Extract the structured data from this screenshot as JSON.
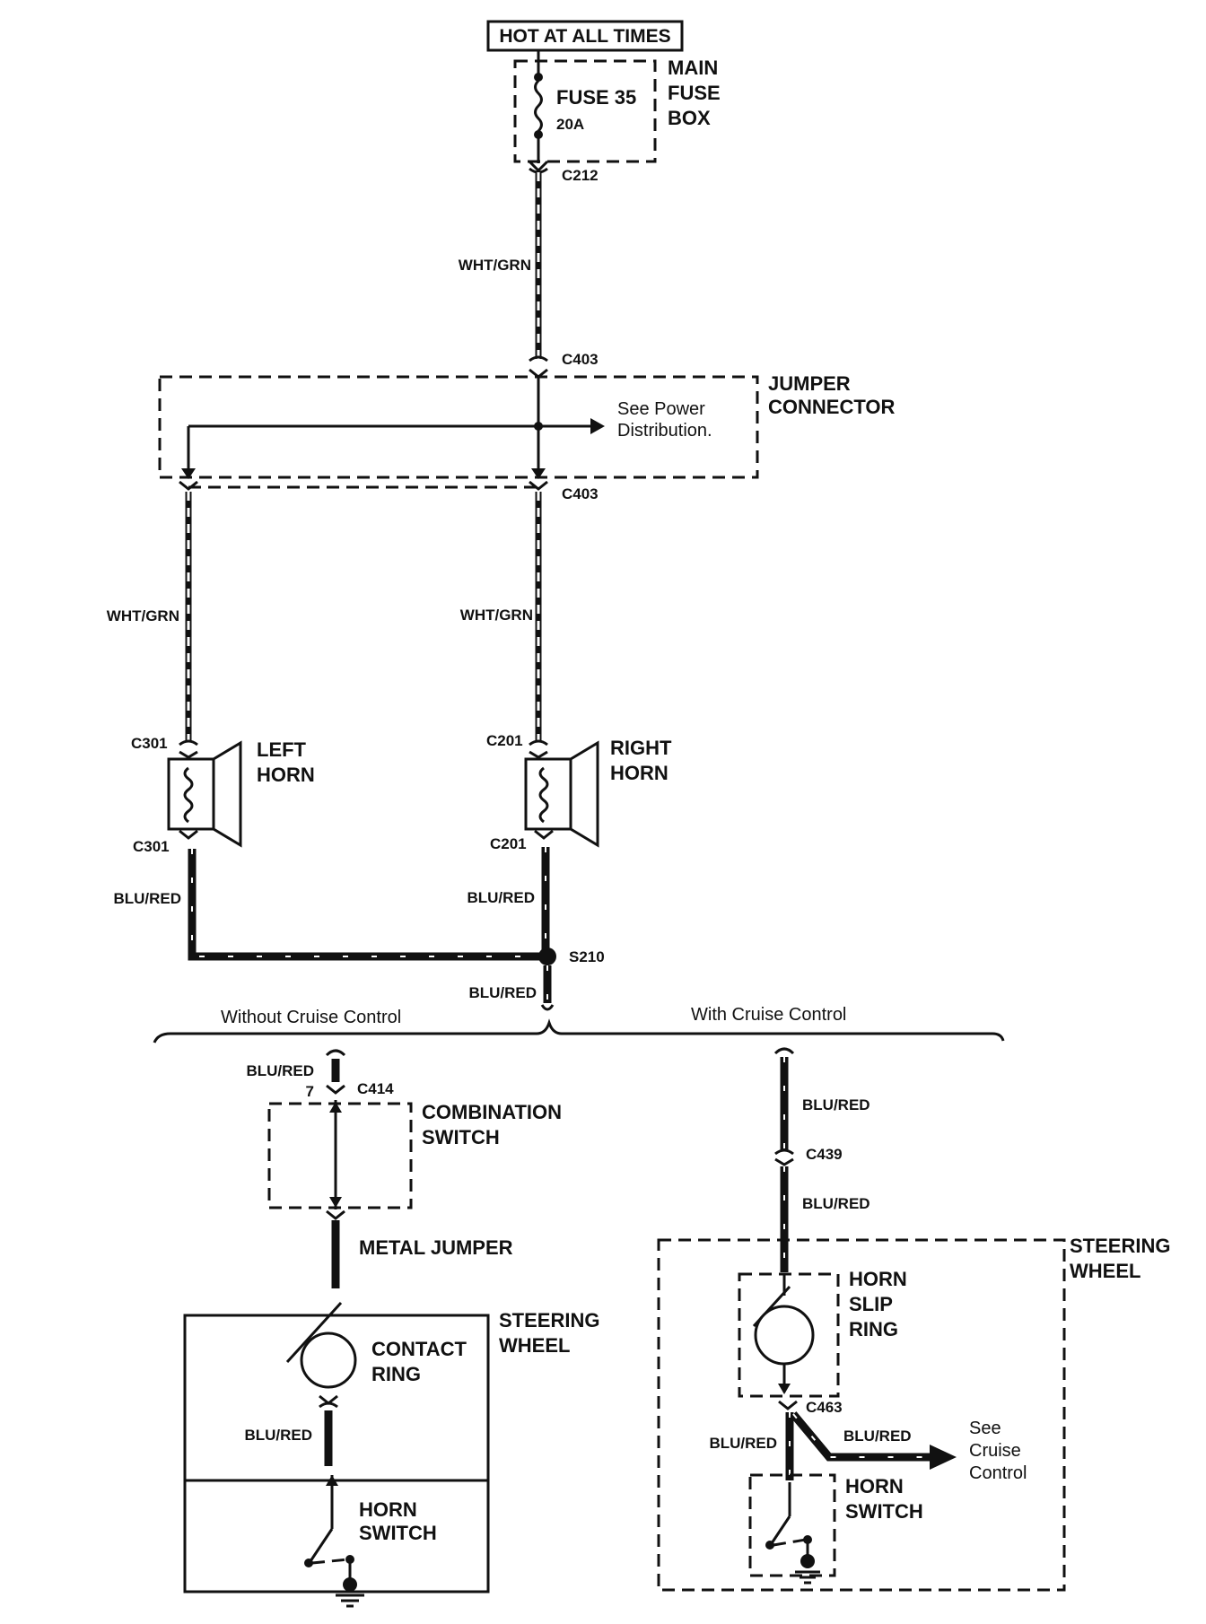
{
  "power": {
    "label": "HOT AT ALL TIMES"
  },
  "fuse": {
    "name": "FUSE 35",
    "rating": "20A",
    "box_label": [
      "MAIN",
      "FUSE",
      "BOX"
    ]
  },
  "connectors": {
    "c212": "C212",
    "c403_top": "C403",
    "c403_bottom": "C403",
    "c301_top": "C301",
    "c301_bottom": "C301",
    "c201_top": "C201",
    "c201_bottom": "C201",
    "s210": "S210",
    "c414": "C414",
    "c414_pin": "7",
    "c439": "C439",
    "c463": "C463"
  },
  "wires": {
    "main_feed": "WHT/GRN",
    "left_feed": "WHT/GRN",
    "right_feed": "WHT/GRN",
    "left_ground": "BLU/RED",
    "right_ground": "BLU/RED",
    "s210_down": "BLU/RED",
    "no_cruise_top": "BLU/RED",
    "no_cruise_contact": "BLU/RED",
    "cruise_top": "BLU/RED",
    "cruise_mid": "BLU/RED",
    "cruise_left": "BLU/RED",
    "cruise_branch": "BLU/RED"
  },
  "jumper": {
    "label": [
      "JUMPER",
      "CONNECTOR"
    ],
    "note": [
      "See Power",
      "Distribution."
    ]
  },
  "horns": {
    "left": [
      "LEFT",
      "HORN"
    ],
    "right": [
      "RIGHT",
      "HORN"
    ]
  },
  "variants": {
    "without": "Without Cruise Control",
    "with": "With Cruise Control"
  },
  "without_cruise": {
    "combination_switch": [
      "COMBINATION",
      "SWITCH"
    ],
    "metal_jumper": "METAL JUMPER",
    "steering_wheel": [
      "STEERING",
      "WHEEL"
    ],
    "contact_ring": [
      "CONTACT",
      "RING"
    ],
    "horn_switch": [
      "HORN",
      "SWITCH"
    ]
  },
  "with_cruise": {
    "steering_wheel": [
      "STEERING",
      "WHEEL"
    ],
    "horn_slip_ring": [
      "HORN",
      "SLIP",
      "RING"
    ],
    "horn_switch": [
      "HORN",
      "SWITCH"
    ],
    "see_cruise": [
      "See",
      "Cruise",
      "Control"
    ]
  }
}
